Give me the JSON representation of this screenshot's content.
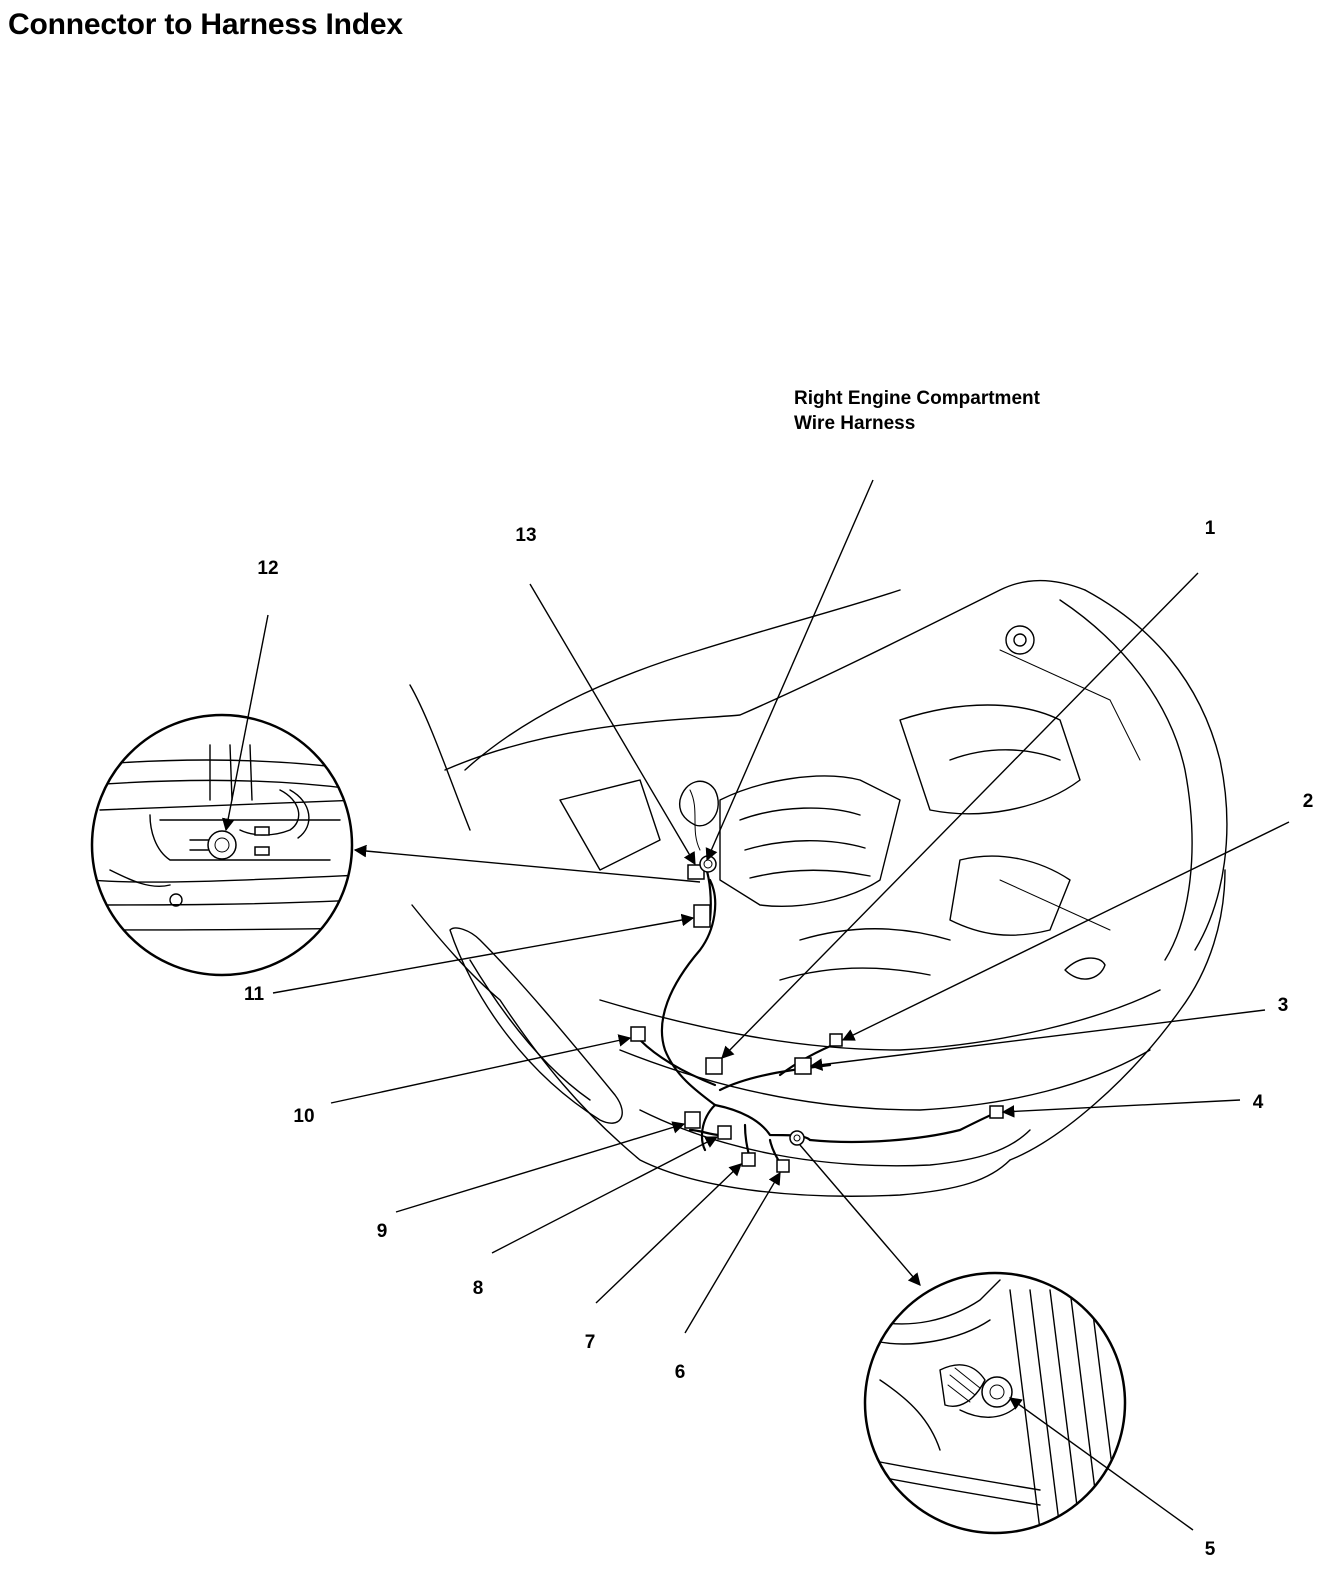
{
  "page": {
    "title": "Connector to Harness Index"
  },
  "harness": {
    "line1": "Right Engine Compartment",
    "line2": "Wire Harness"
  },
  "callouts": [
    "1",
    "2",
    "3",
    "4",
    "5",
    "6",
    "7",
    "8",
    "9",
    "10",
    "11",
    "12",
    "13"
  ]
}
